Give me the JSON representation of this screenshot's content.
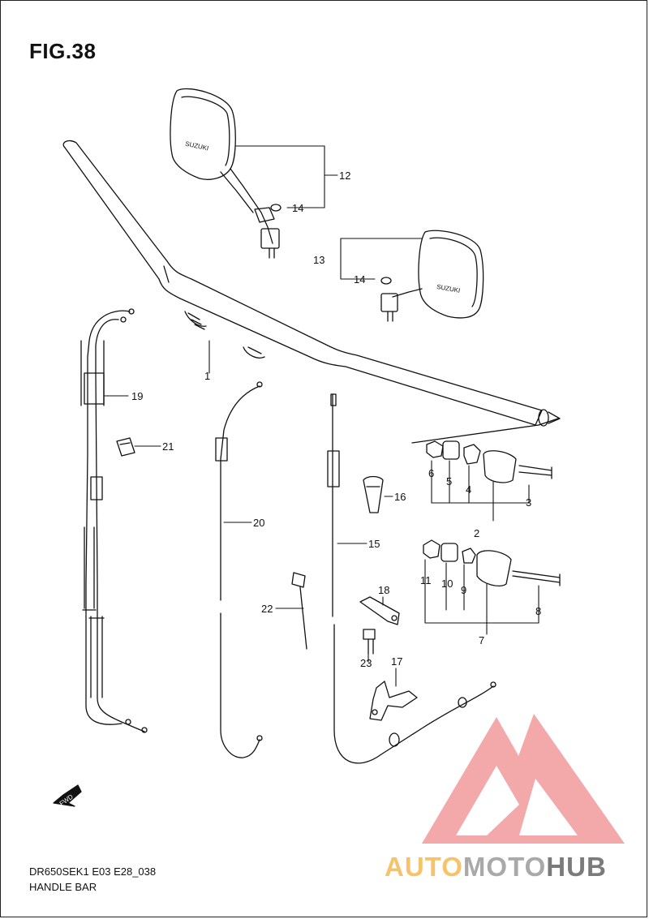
{
  "figure": {
    "title": "FIG.38",
    "model_code": "DR650SEK1 E03 E28_038",
    "name": "HANDLE BAR"
  },
  "callouts": [
    "1",
    "2",
    "3",
    "4",
    "5",
    "6",
    "7",
    "8",
    "9",
    "10",
    "11",
    "12",
    "13",
    "14",
    "14",
    "15",
    "16",
    "17",
    "18",
    "19",
    "20",
    "21",
    "22",
    "23"
  ],
  "mirror_brand": "SUZUKI",
  "fwd_label": "FWD",
  "watermark": {
    "part1": "AUTO",
    "part2": "MOTO",
    "part3": "HUB",
    "colors": {
      "triangle": "#f4a0a0",
      "part1": "#f6c36a",
      "part2": "#a9a9a9",
      "part3": "#7b7b7b"
    }
  }
}
